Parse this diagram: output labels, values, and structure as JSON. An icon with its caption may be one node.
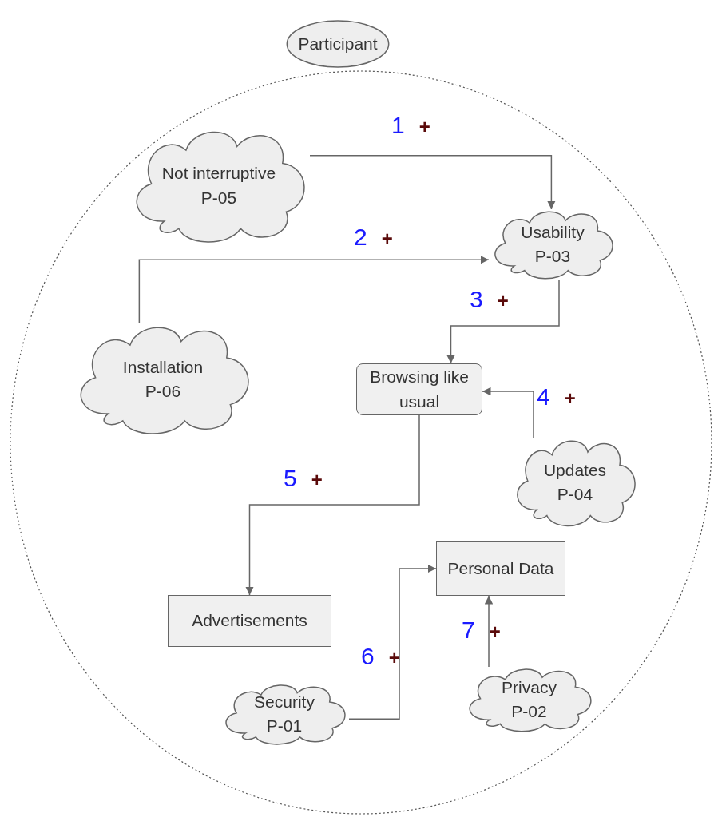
{
  "diagram": {
    "nodes": [
      {
        "text": [
          "Participant"
        ]
      },
      {
        "text": [],
        "shape": "circle"
      },
      {
        "text": [
          "Not interruptive",
          "P-05"
        ],
        "in": 1
      },
      {
        "text": [
          "Usability",
          "P-03"
        ],
        "in": 1
      },
      {
        "text": [
          "Installation",
          "P-06"
        ],
        "in": 1
      },
      {
        "text": [
          "Browsing like usual"
        ],
        "in": 1
      },
      {
        "text": [
          "Updates",
          "P-04"
        ],
        "in": 1
      },
      {
        "text": [
          "Personal Data"
        ],
        "in": 1
      },
      {
        "text": [
          "Advertisements"
        ],
        "in": 1
      },
      {
        "text": [
          "Security",
          "P-01"
        ],
        "in": 1
      },
      {
        "text": [
          "Privacy",
          "P-02"
        ],
        "in": 1
      }
    ],
    "edges": [
      {
        "from": 2,
        "to": 3,
        "arrow": "to",
        "label": "1 +"
      },
      {
        "from": 4,
        "to": 3,
        "arrow": "to",
        "label": "2 +"
      },
      {
        "from": 3,
        "to": 5,
        "arrow": "to",
        "label": "3 +"
      },
      {
        "from": 6,
        "to": 5,
        "arrow": "to",
        "label": "4 +"
      },
      {
        "from": 5,
        "to": 8,
        "arrow": "to",
        "label": "5 +"
      },
      {
        "from": 9,
        "to": 7,
        "arrow": "to",
        "label": "6 +"
      },
      {
        "from": 10,
        "to": 7,
        "arrow": "to",
        "label": "7 +"
      }
    ]
  }
}
